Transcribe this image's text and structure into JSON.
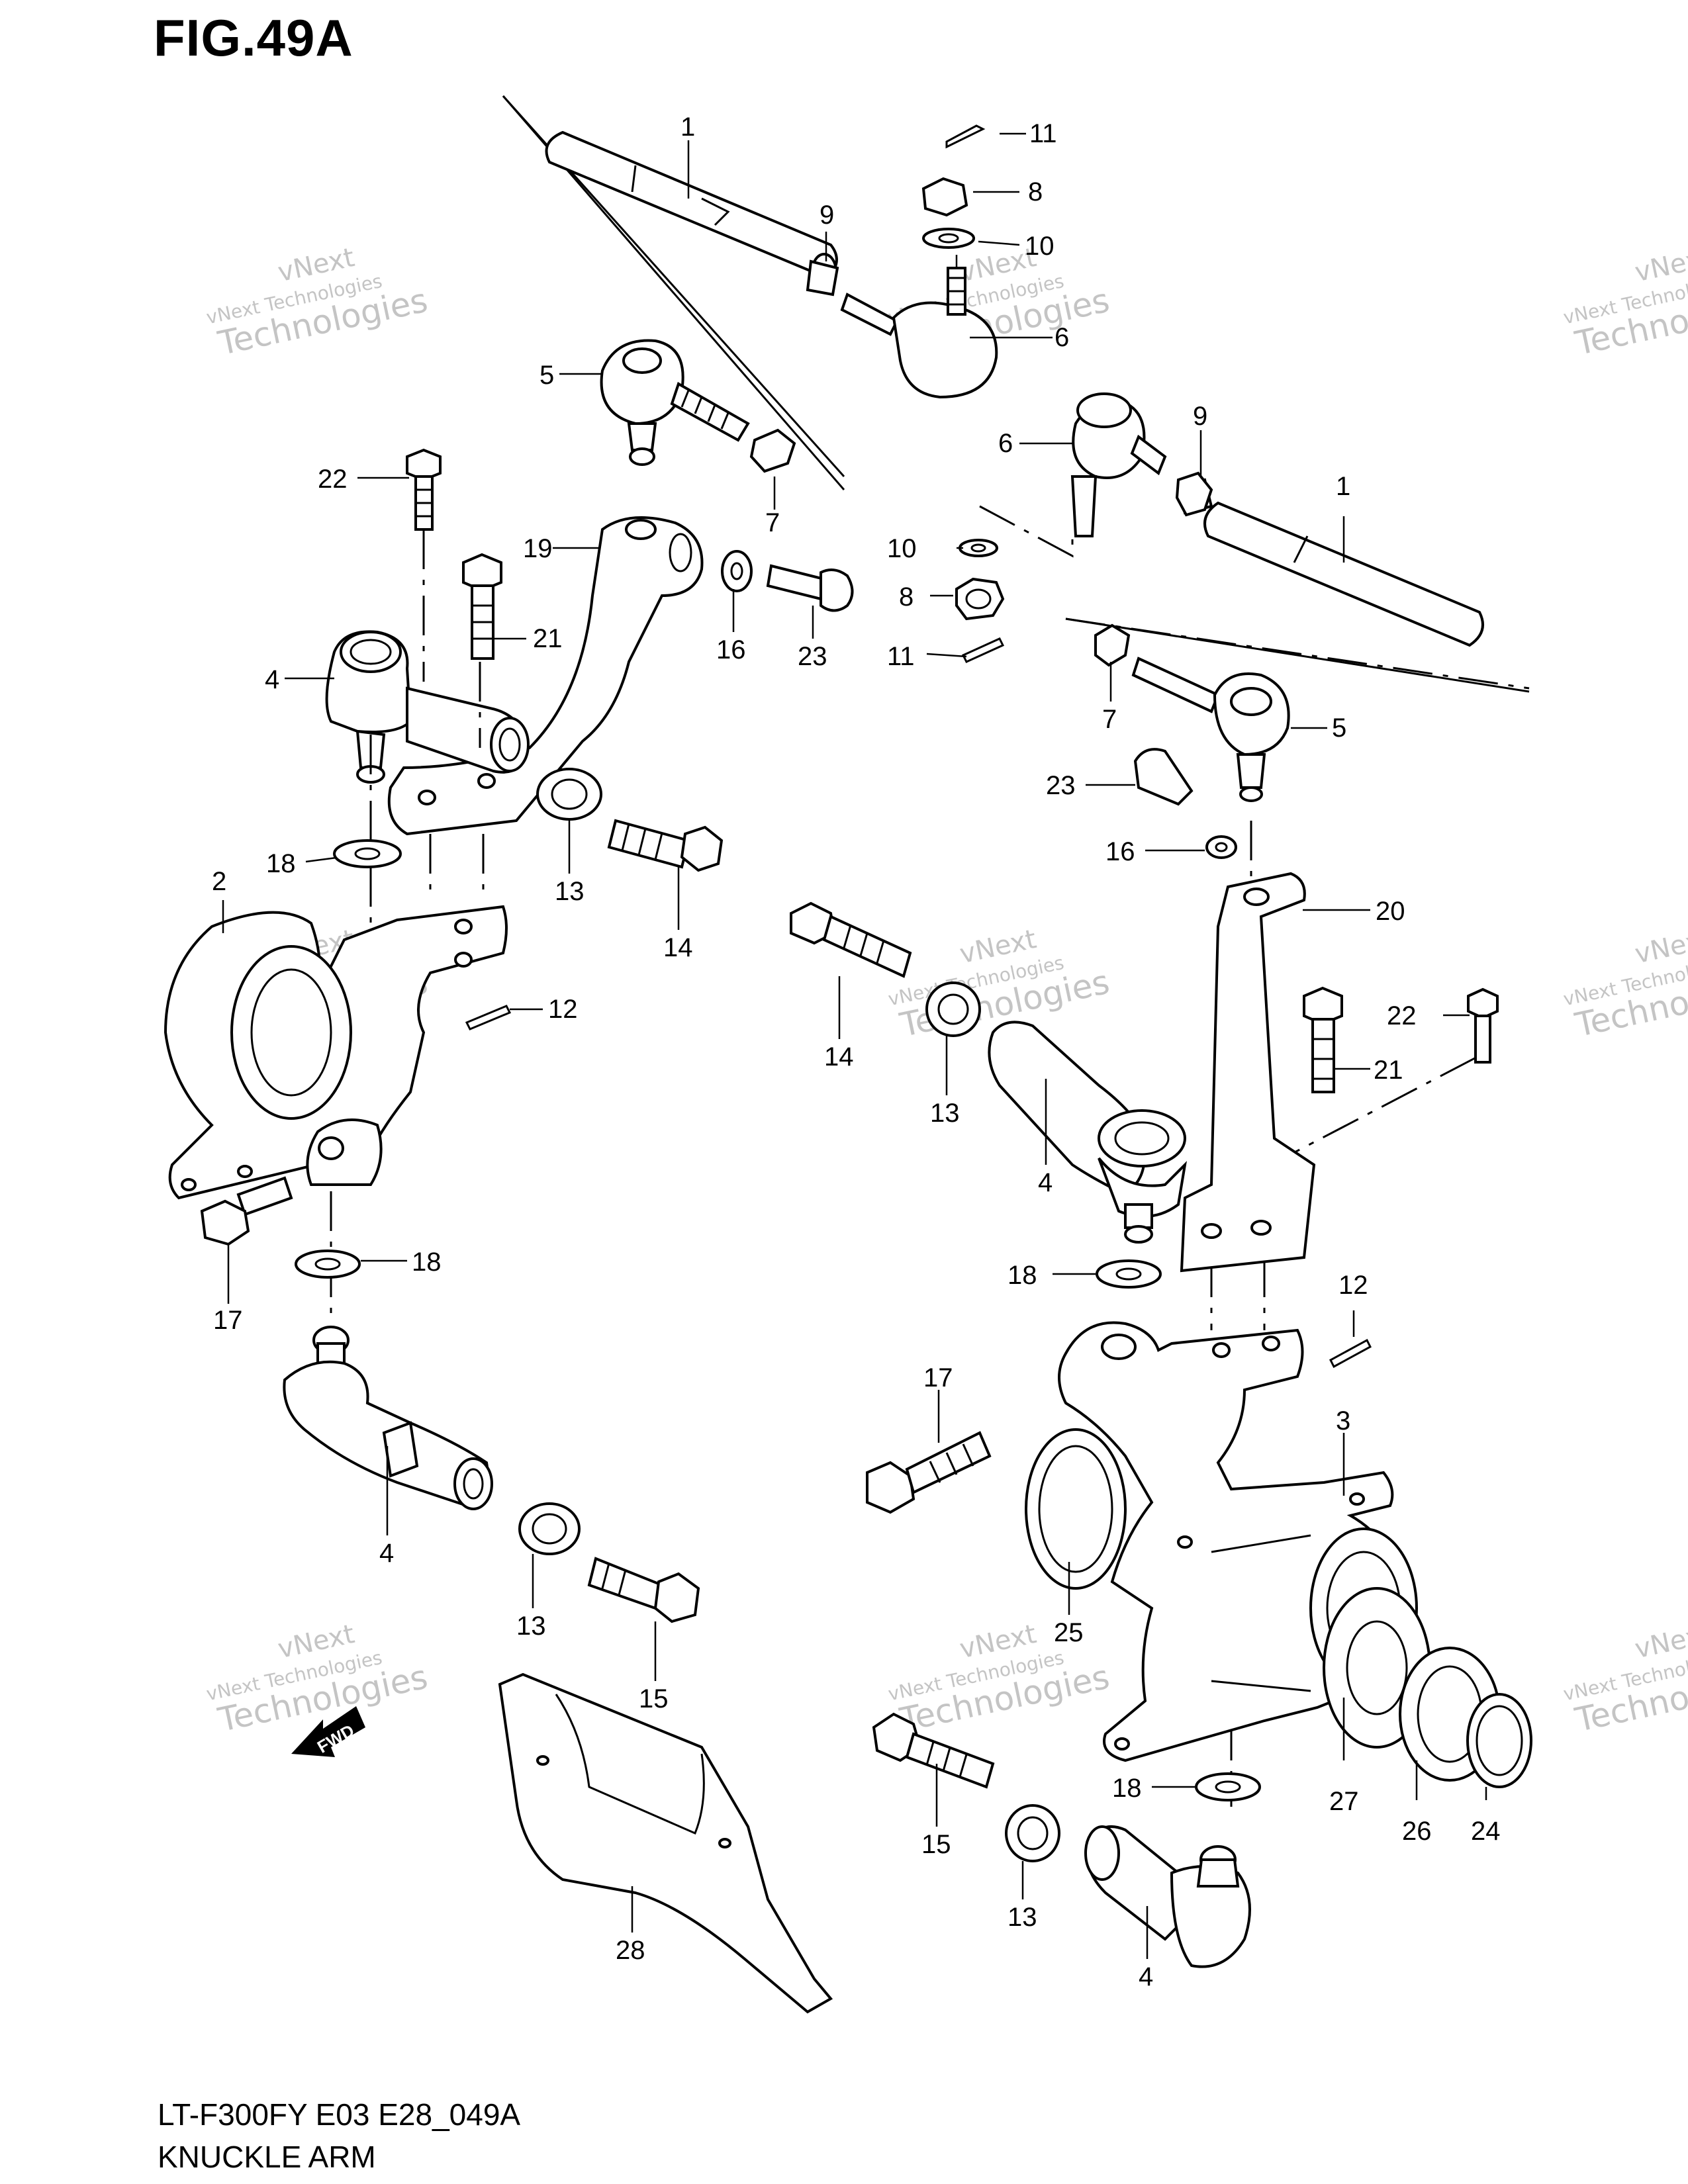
{
  "header": {
    "figure_title": "FIG.49A"
  },
  "footer": {
    "model_code": "LT-F300FY E03 E28_049A",
    "section_name": "KNUCKLE ARM"
  },
  "fwd_label": "FWD",
  "watermark": {
    "line1": "vNext",
    "line2": "vNext Technologies",
    "line3": "Technologies"
  },
  "callouts": [
    {
      "id": "c1a",
      "text": "1"
    },
    {
      "id": "c11a",
      "text": "11"
    },
    {
      "id": "c8a",
      "text": "8"
    },
    {
      "id": "c9a",
      "text": "9"
    },
    {
      "id": "c10a",
      "text": "10"
    },
    {
      "id": "c6a",
      "text": "6"
    },
    {
      "id": "c5a",
      "text": "5"
    },
    {
      "id": "c6b",
      "text": "6"
    },
    {
      "id": "c9b",
      "text": "9"
    },
    {
      "id": "c1b",
      "text": "1"
    },
    {
      "id": "c22a",
      "text": "22"
    },
    {
      "id": "c7a",
      "text": "7"
    },
    {
      "id": "c19",
      "text": "19"
    },
    {
      "id": "c10b",
      "text": "10"
    },
    {
      "id": "c8b",
      "text": "8"
    },
    {
      "id": "c16a",
      "text": "16"
    },
    {
      "id": "c23a",
      "text": "23"
    },
    {
      "id": "c11b",
      "text": "11"
    },
    {
      "id": "c21a",
      "text": "21"
    },
    {
      "id": "c4a",
      "text": "4"
    },
    {
      "id": "c7b",
      "text": "7"
    },
    {
      "id": "c5b",
      "text": "5"
    },
    {
      "id": "c23b",
      "text": "23"
    },
    {
      "id": "c16b",
      "text": "16"
    },
    {
      "id": "c18a",
      "text": "18"
    },
    {
      "id": "c13a",
      "text": "13"
    },
    {
      "id": "c2",
      "text": "2"
    },
    {
      "id": "c14a",
      "text": "14"
    },
    {
      "id": "c20",
      "text": "20"
    },
    {
      "id": "c12a",
      "text": "12"
    },
    {
      "id": "c14b",
      "text": "14"
    },
    {
      "id": "c22b",
      "text": "22"
    },
    {
      "id": "c21b",
      "text": "21"
    },
    {
      "id": "c13b",
      "text": "13"
    },
    {
      "id": "c4b",
      "text": "4"
    },
    {
      "id": "c18b",
      "text": "18"
    },
    {
      "id": "c18c",
      "text": "18"
    },
    {
      "id": "c17a",
      "text": "17"
    },
    {
      "id": "c12b",
      "text": "12"
    },
    {
      "id": "c17b",
      "text": "17"
    },
    {
      "id": "c3",
      "text": "3"
    },
    {
      "id": "c4c",
      "text": "4"
    },
    {
      "id": "c13c",
      "text": "13"
    },
    {
      "id": "c25",
      "text": "25"
    },
    {
      "id": "c15a",
      "text": "15"
    },
    {
      "id": "c18d",
      "text": "18"
    },
    {
      "id": "c27",
      "text": "27"
    },
    {
      "id": "c26",
      "text": "26"
    },
    {
      "id": "c24",
      "text": "24"
    },
    {
      "id": "c15b",
      "text": "15"
    },
    {
      "id": "c13d",
      "text": "13"
    },
    {
      "id": "c28",
      "text": "28"
    },
    {
      "id": "c4d",
      "text": "4"
    }
  ]
}
